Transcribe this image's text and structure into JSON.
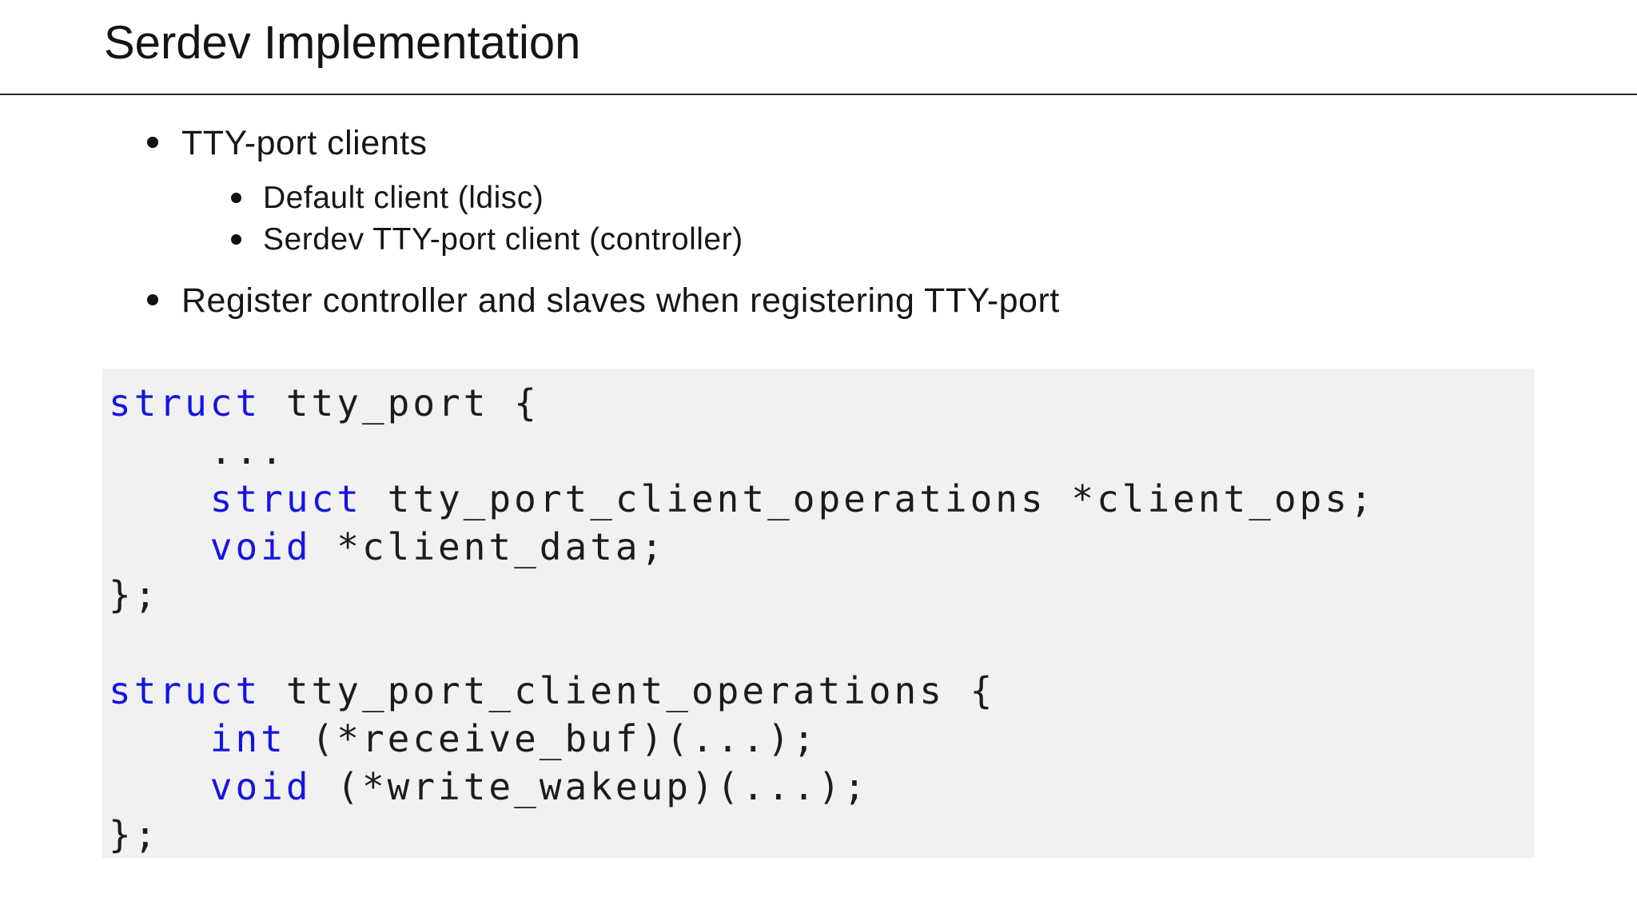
{
  "slide": {
    "title": "Serdev Implementation"
  },
  "bullets": [
    {
      "text": "TTY-port clients",
      "children": [
        "Default client (ldisc)",
        "Serdev TTY-port client (controller)"
      ]
    },
    {
      "text": "Register controller and slaves when registering TTY-port",
      "children": []
    }
  ],
  "code": {
    "lines": [
      {
        "segments": [
          {
            "type": "keyword",
            "text": "struct"
          },
          {
            "type": "plain",
            "text": " tty_port {"
          }
        ]
      },
      {
        "segments": [
          {
            "type": "plain",
            "text": "    ..."
          }
        ]
      },
      {
        "segments": [
          {
            "type": "plain",
            "text": "    "
          },
          {
            "type": "keyword",
            "text": "struct"
          },
          {
            "type": "plain",
            "text": " tty_port_client_operations *client_ops;"
          }
        ]
      },
      {
        "segments": [
          {
            "type": "plain",
            "text": "    "
          },
          {
            "type": "keyword",
            "text": "void"
          },
          {
            "type": "plain",
            "text": " *client_data;"
          }
        ]
      },
      {
        "segments": [
          {
            "type": "plain",
            "text": "};"
          }
        ]
      },
      {
        "segments": [
          {
            "type": "plain",
            "text": ""
          }
        ]
      },
      {
        "segments": [
          {
            "type": "keyword",
            "text": "struct"
          },
          {
            "type": "plain",
            "text": " tty_port_client_operations {"
          }
        ]
      },
      {
        "segments": [
          {
            "type": "plain",
            "text": "    "
          },
          {
            "type": "keyword",
            "text": "int"
          },
          {
            "type": "plain",
            "text": " (*receive_buf)(...);"
          }
        ]
      },
      {
        "segments": [
          {
            "type": "plain",
            "text": "    "
          },
          {
            "type": "keyword",
            "text": "void"
          },
          {
            "type": "plain",
            "text": " (*write_wakeup)(...);"
          }
        ]
      },
      {
        "segments": [
          {
            "type": "plain",
            "text": "};"
          }
        ]
      }
    ]
  },
  "colors": {
    "keyword_blue": "#1515e0",
    "code_background": "#f1f1f2",
    "code_text": "#1c1c1c",
    "rule": "#2b2b2b",
    "body_text": "#161616",
    "page_background": "#ffffff"
  }
}
